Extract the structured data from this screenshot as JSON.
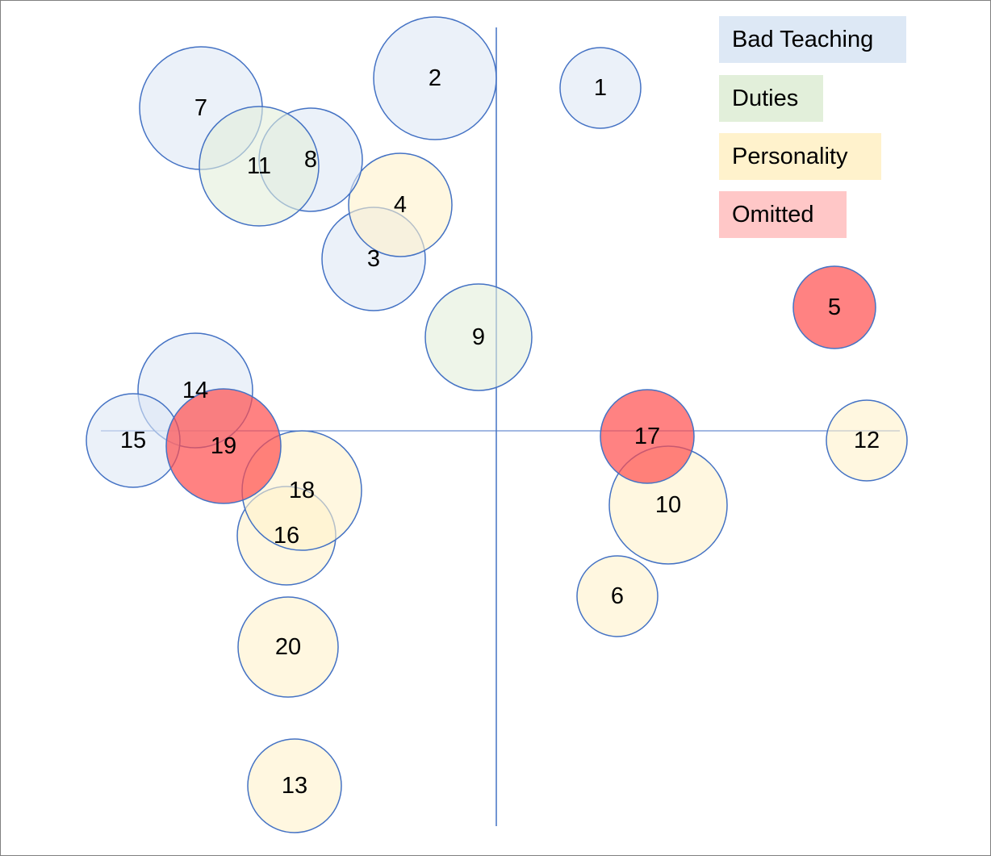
{
  "chart_data": {
    "type": "bubble",
    "title": "",
    "xlabel": "",
    "ylabel": "",
    "grid": false,
    "axes": "crosshair lines through origin",
    "xlim": [
      -490,
      500
    ],
    "ylim": [
      -490,
      500
    ],
    "legend_position": "top-right",
    "categories": [
      {
        "key": "bad_teaching",
        "name": "Bad Teaching",
        "fill": "#dde8f5",
        "legend_color": "#dde8f5"
      },
      {
        "key": "duties",
        "name": "Duties",
        "fill": "#e2efda",
        "legend_color": "#e2efda"
      },
      {
        "key": "personality",
        "name": "Personality",
        "fill": "#fff2cc",
        "legend_color": "#fff2cc"
      },
      {
        "key": "omitted",
        "name": "Omitted",
        "fill": "#ff4d4d",
        "legend_color": "#ffc7c7"
      }
    ],
    "stroke_color": "#4472c4",
    "axis_color": "#4472c4",
    "points": [
      {
        "label": "1",
        "category": "bad_teaching",
        "x": 129,
        "y": 425,
        "size": 50
      },
      {
        "label": "2",
        "category": "bad_teaching",
        "x": -76,
        "y": 437,
        "size": 76
      },
      {
        "label": "3",
        "category": "bad_teaching",
        "x": -152,
        "y": 213,
        "size": 64
      },
      {
        "label": "4",
        "category": "personality",
        "x": -119,
        "y": 280,
        "size": 64
      },
      {
        "label": "5",
        "category": "omitted",
        "x": 419,
        "y": 153,
        "size": 51
      },
      {
        "label": "6",
        "category": "personality",
        "x": 150,
        "y": -205,
        "size": 50
      },
      {
        "label": "7",
        "category": "bad_teaching",
        "x": -366,
        "y": 400,
        "size": 76
      },
      {
        "label": "8",
        "category": "bad_teaching",
        "x": -230,
        "y": 336,
        "size": 64
      },
      {
        "label": "9",
        "category": "duties",
        "x": -22,
        "y": 116,
        "size": 66
      },
      {
        "label": "10",
        "category": "personality",
        "x": 213,
        "y": -92,
        "size": 73
      },
      {
        "label": "11",
        "category": "duties",
        "x": -294,
        "y": 328,
        "size": 74
      },
      {
        "label": "12",
        "category": "personality",
        "x": 459,
        "y": -12,
        "size": 50
      },
      {
        "label": "13",
        "category": "personality",
        "x": -250,
        "y": -440,
        "size": 58
      },
      {
        "label": "14",
        "category": "bad_teaching",
        "x": -373,
        "y": 50,
        "size": 71
      },
      {
        "label": "15",
        "category": "bad_teaching",
        "x": -450,
        "y": -12,
        "size": 58
      },
      {
        "label": "16",
        "category": "personality",
        "x": -260,
        "y": -130,
        "size": 61
      },
      {
        "label": "17",
        "category": "omitted",
        "x": 187,
        "y": -7,
        "size": 58
      },
      {
        "label": "18",
        "category": "personality",
        "x": -241,
        "y": -74,
        "size": 74
      },
      {
        "label": "19",
        "category": "omitted",
        "x": -338,
        "y": -19,
        "size": 71
      },
      {
        "label": "20",
        "category": "personality",
        "x": -258,
        "y": -268,
        "size": 62
      }
    ]
  }
}
